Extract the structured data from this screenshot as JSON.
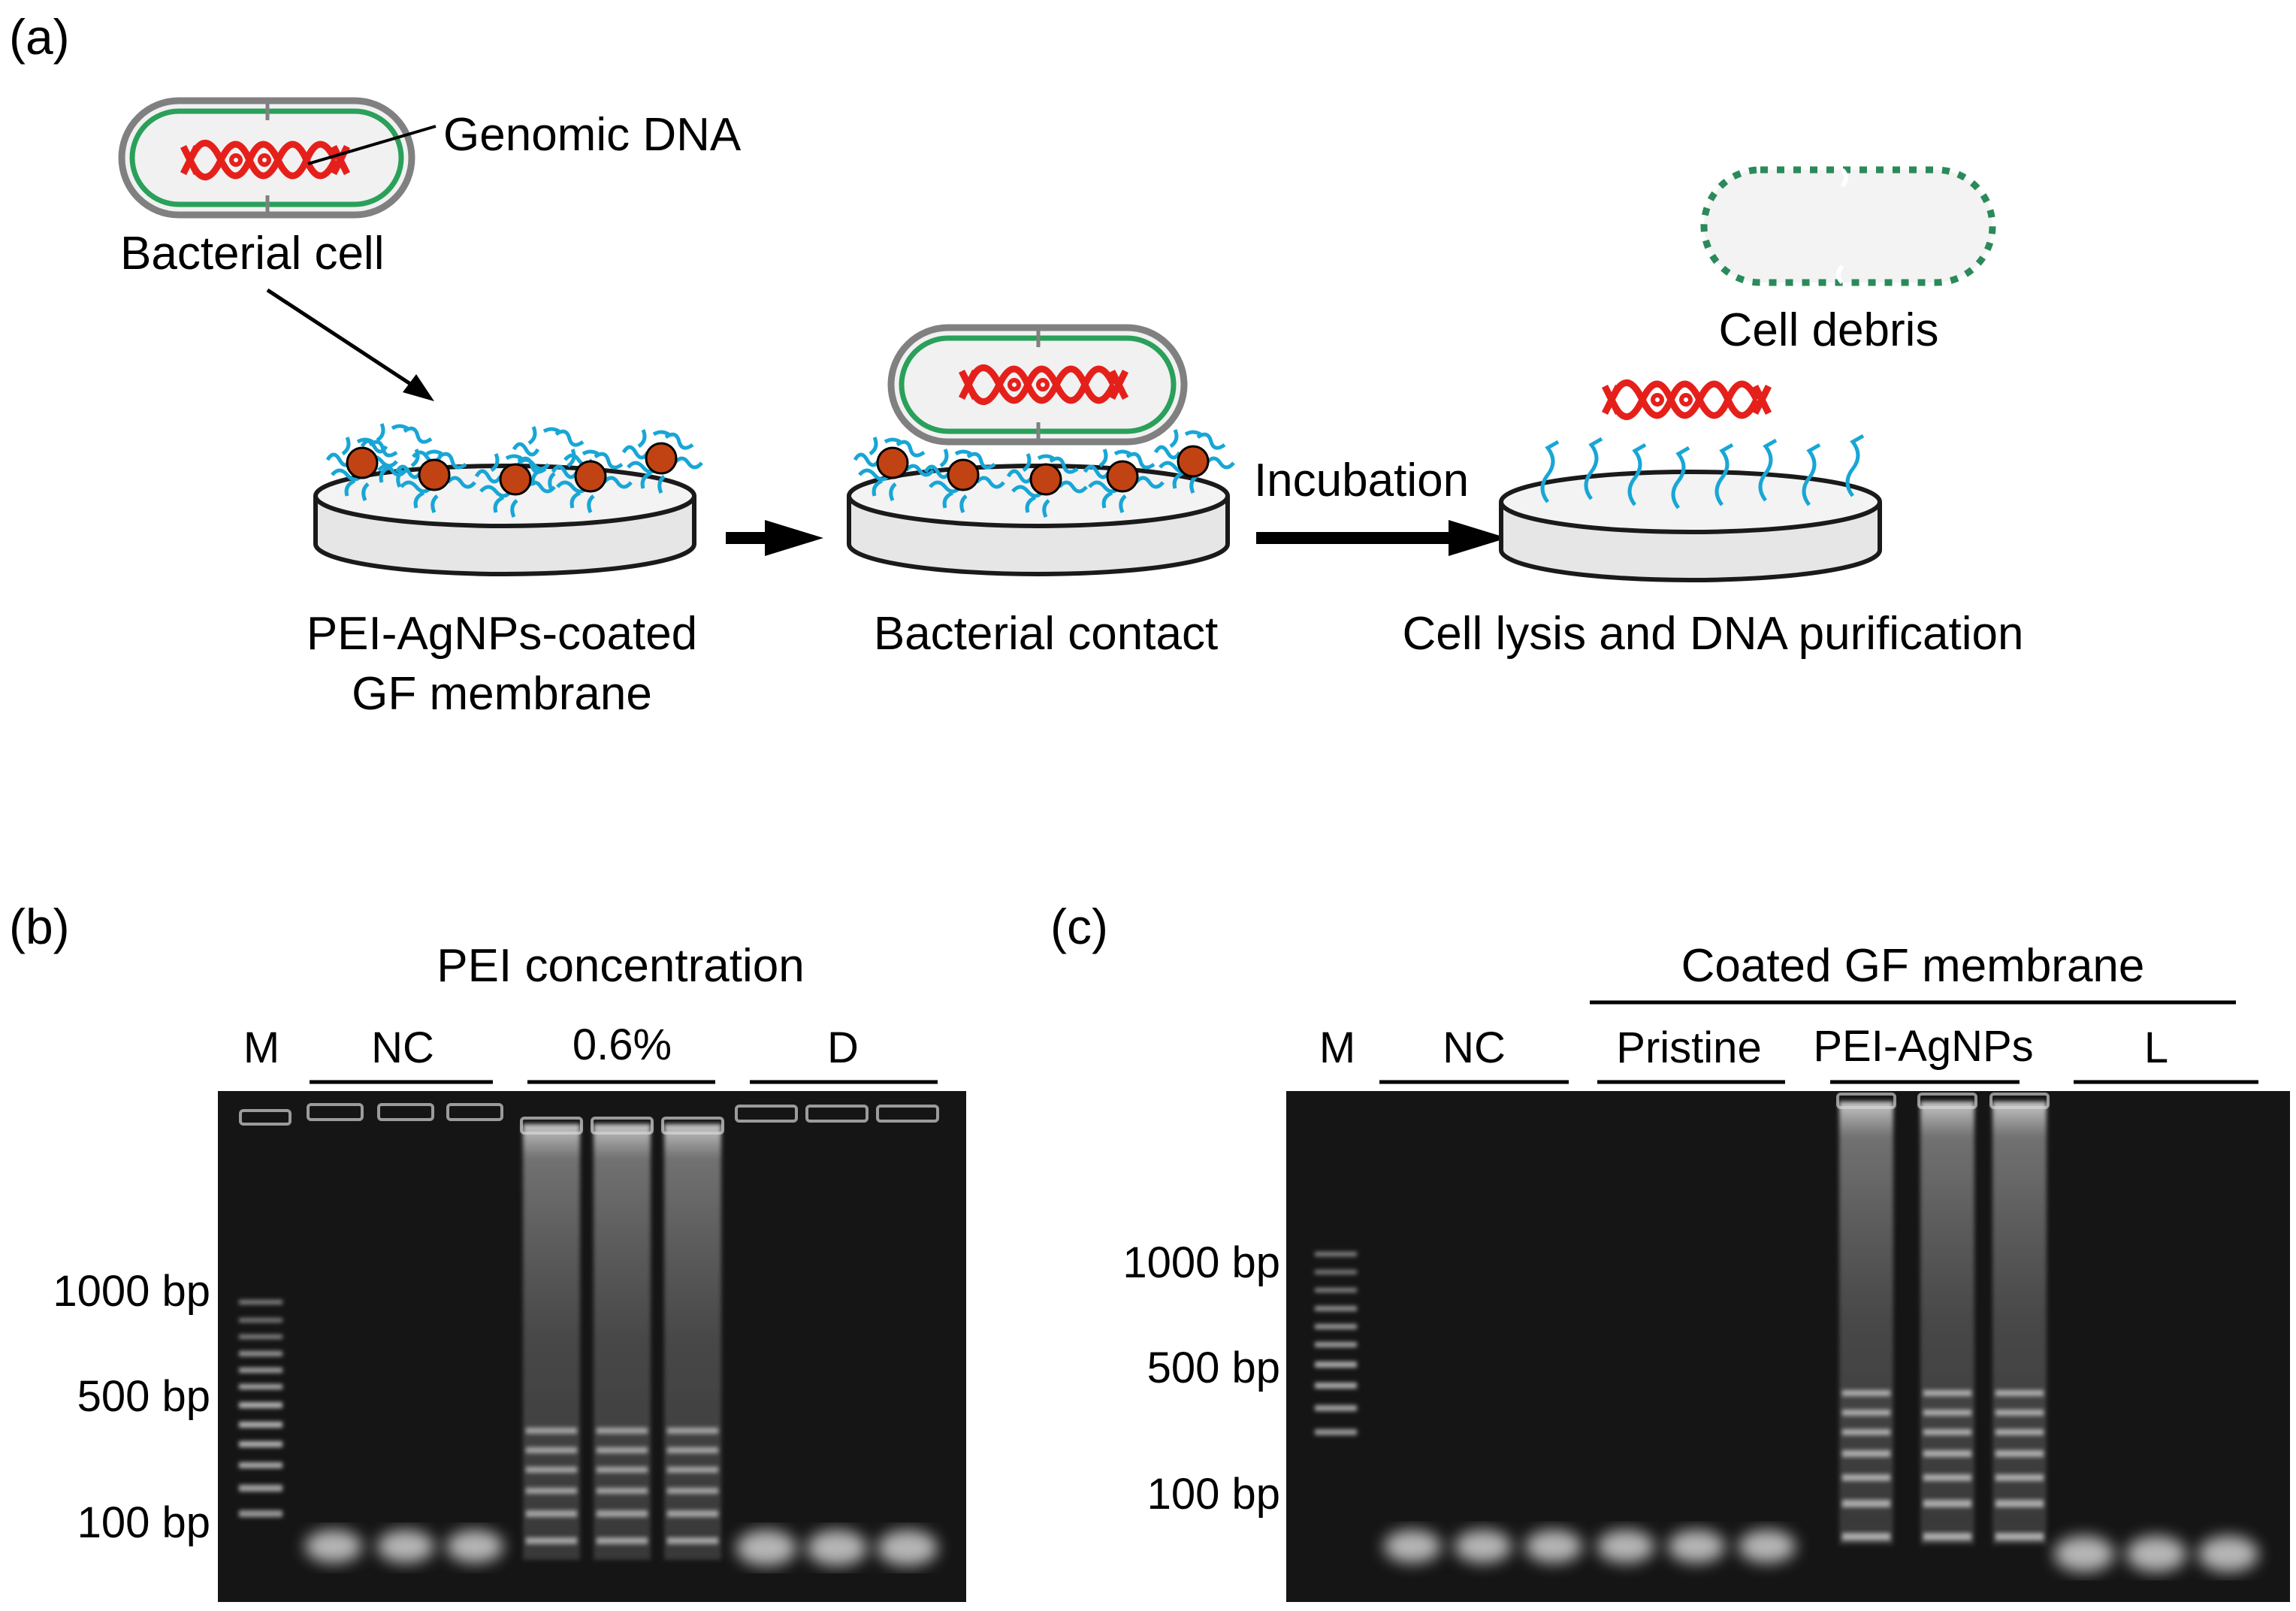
{
  "panel_a": {
    "label": "(a)",
    "genomic_dna": "Genomic DNA",
    "bacterial_cell": "Bacterial cell",
    "cell_debris": "Cell debris",
    "incubation": "Incubation",
    "membrane_line1": "PEI-AgNPs-coated",
    "membrane_line2": "GF membrane",
    "bacterial_contact": "Bacterial contact",
    "lysis": "Cell lysis and DNA purification"
  },
  "panel_b": {
    "label": "(b)",
    "title": "PEI concentration",
    "marker": "M",
    "groups": [
      "NC",
      "0.6%",
      "D"
    ],
    "ladder": [
      "1000 bp",
      "500 bp",
      "100 bp"
    ]
  },
  "panel_c": {
    "label": "(c)",
    "title": "Coated GF membrane",
    "marker": "M",
    "groups": [
      "NC",
      "Pristine",
      "PEI-AgNPs",
      "L"
    ],
    "ladder": [
      "1000 bp",
      "500 bp",
      "100 bp"
    ]
  },
  "colors": {
    "cell_wall": "#2aa05a",
    "dna": "#e5201b",
    "pei": "#18a6d6",
    "nanoparticle": "#c14212",
    "gel": "#151515"
  }
}
